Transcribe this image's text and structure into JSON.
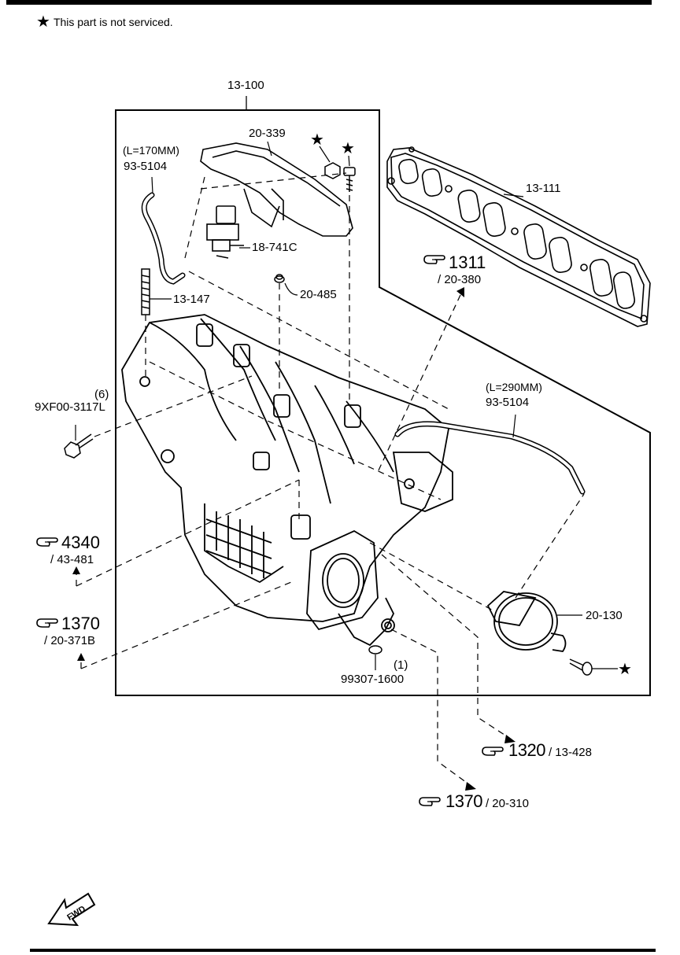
{
  "note": {
    "star": "★",
    "text": "This part is not serviced."
  },
  "labels": {
    "assembly": "13-100",
    "gasket": "13-111",
    "cover": "20-339",
    "hose_top_len": "(L=170MM)",
    "hose_top_part": "93-5104",
    "solenoid": "18-741C",
    "stud": "13-147",
    "grommet": "20-485",
    "bolt_qty": "(6)",
    "bolt_part": "9XF00-3117L",
    "hose_right_len": "(L=290MM)",
    "hose_right_part": "93-5104",
    "actuator": "20-130",
    "oring_qty": "(1)",
    "oring_part": "99307-1600"
  },
  "refs": {
    "r1311_main": "1311",
    "r1311_sub": "/ 20-380",
    "r4340_main": "4340",
    "r4340_sub": "/ 43-481",
    "r1370a_main": "1370",
    "r1370a_sub": "/ 20-371B",
    "r1320_main": "1320",
    "r1320_sub": "/ 13-428",
    "r1370b_main": "1370",
    "r1370b_sub": "/ 20-310"
  },
  "fwd": "FWD",
  "icons": [
    "star-icon",
    "hand-pointer-icon",
    "fwd-arrow-icon"
  ]
}
